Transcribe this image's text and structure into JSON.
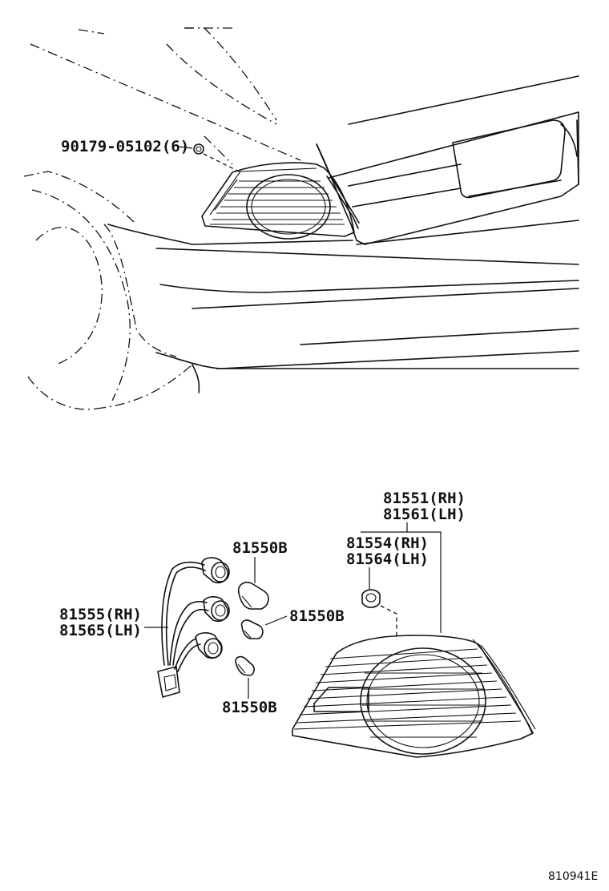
{
  "labels": {
    "clip_nut": "90179-05102(6)",
    "lens_rh": "81551(RH)",
    "lens_lh": "81561(LH)",
    "gasket_rh": "81554(RH)",
    "gasket_lh": "81564(LH)",
    "socket_rh": "81555(RH)",
    "socket_lh": "81565(LH)",
    "bulb_top": "81550B",
    "bulb_right": "81550B",
    "bulb_bottom": "81550B"
  },
  "diagram_id": "810941E"
}
